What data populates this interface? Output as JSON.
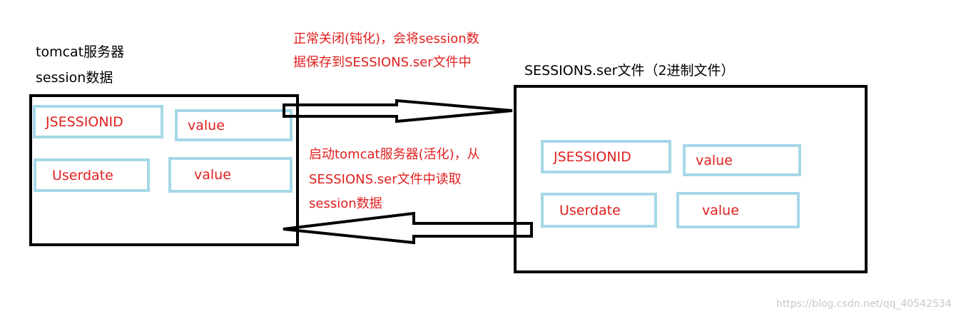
{
  "left": {
    "title": "tomcat服务器",
    "subtitle": "session数据",
    "cells": [
      "JSESSIONID",
      "value",
      "Userdate",
      "value"
    ]
  },
  "right": {
    "title": "SESSIONS.ser文件（2进制文件）",
    "cells": [
      "JSESSIONID",
      "value",
      "Userdate",
      "value"
    ]
  },
  "annotations": {
    "save": [
      "正常关闭(钝化)，会将session数",
      "据保存到SESSIONS.ser文件中"
    ],
    "load": [
      "启动tomcat服务器(活化)，从",
      "SESSIONS.ser文件中读取",
      "session数据"
    ]
  },
  "watermark": "https://blog.csdn.net/qq_40542534",
  "colors": {
    "annotation": "#e0201f",
    "cell_border": "#a6d8e8",
    "box_border": "#000000"
  }
}
